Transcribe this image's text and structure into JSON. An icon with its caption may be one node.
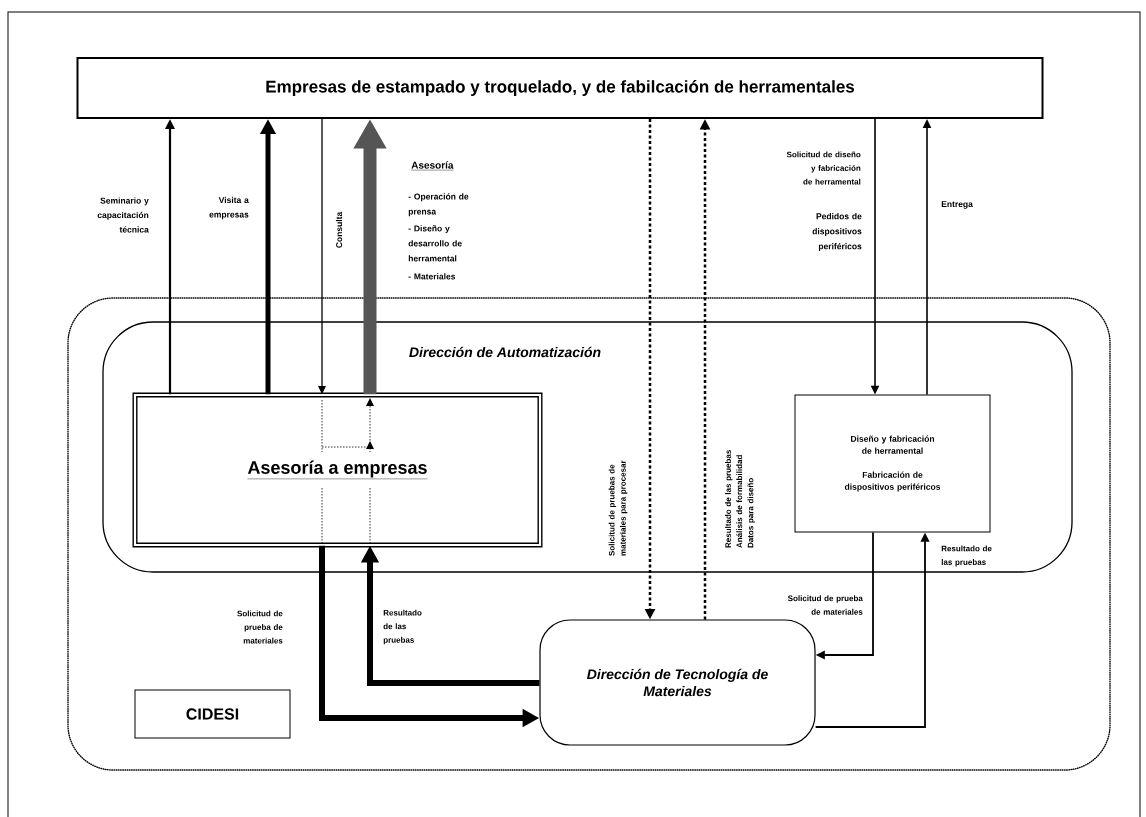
{
  "diagram": {
    "nodes": [
      {
        "text": [
          "Empresas de estampado y troquelado, y de fabilcación de herramentales"
        ]
      },
      {
        "text": [],
        "shape": "box"
      },
      {
        "text": [
          "Dirección de Automatización"
        ],
        "in": 1
      },
      {
        "text": [
          "Asesoría a empresas"
        ],
        "in": 2
      },
      {
        "text": [
          "Diseño y fabricación de herramental",
          "Fabricación de dispositivos periféricos"
        ],
        "in": 2
      },
      {
        "text": [
          "Dirección de Tecnología de Materiales"
        ],
        "in": 1
      },
      {
        "text": [
          "CIDESI"
        ],
        "in": 1
      }
    ],
    "edges": [
      {
        "from": 3,
        "to": 0,
        "arrow": "to",
        "label": "Seminario y capacitación técnica"
      },
      {
        "from": 3,
        "to": 0,
        "arrow": "to",
        "label": "Visita a empresas",
        "style": "thick"
      },
      {
        "from": 0,
        "to": 3,
        "arrow": "to",
        "label": "Consulta"
      },
      {
        "from": 3,
        "to": 0,
        "arrow": "to",
        "label": "Asesoría",
        "style": "thick",
        "color": "#555555"
      },
      {
        "from": 3,
        "to": 5,
        "arrow": "to",
        "label": "Solicitud de prueba de materiales",
        "style": "thick"
      },
      {
        "from": 5,
        "to": 3,
        "arrow": "to",
        "label": "Resultado de las pruebas",
        "style": "thick"
      },
      {
        "from": 0,
        "to": 5,
        "arrow": "to",
        "label": "Solicitud de pruebas de materiales para procesar",
        "style": "dashed"
      },
      {
        "from": 5,
        "to": 0,
        "arrow": "to",
        "label": "Resultado de las pruebas Análisis de formabilidad Datos para diseño",
        "style": "dashed"
      },
      {
        "from": 0,
        "to": 4,
        "arrow": "to",
        "label": "Solicitud de diseño y fabricación de herramental"
      },
      {
        "from": 4,
        "to": 0,
        "arrow": "to",
        "label": "Entrega"
      },
      {
        "from": 4,
        "to": 5,
        "arrow": "to",
        "label": "Solicitud de prueba de materiales"
      },
      {
        "from": 5,
        "to": 4,
        "arrow": "to",
        "label": "Resultado de las pruebas"
      }
    ],
    "labels": [
      "- Operación de prensa",
      "- Diseño y desarrollo de herramental",
      "- Materiales",
      "Pedidos de dispositivos periféricos"
    ]
  }
}
